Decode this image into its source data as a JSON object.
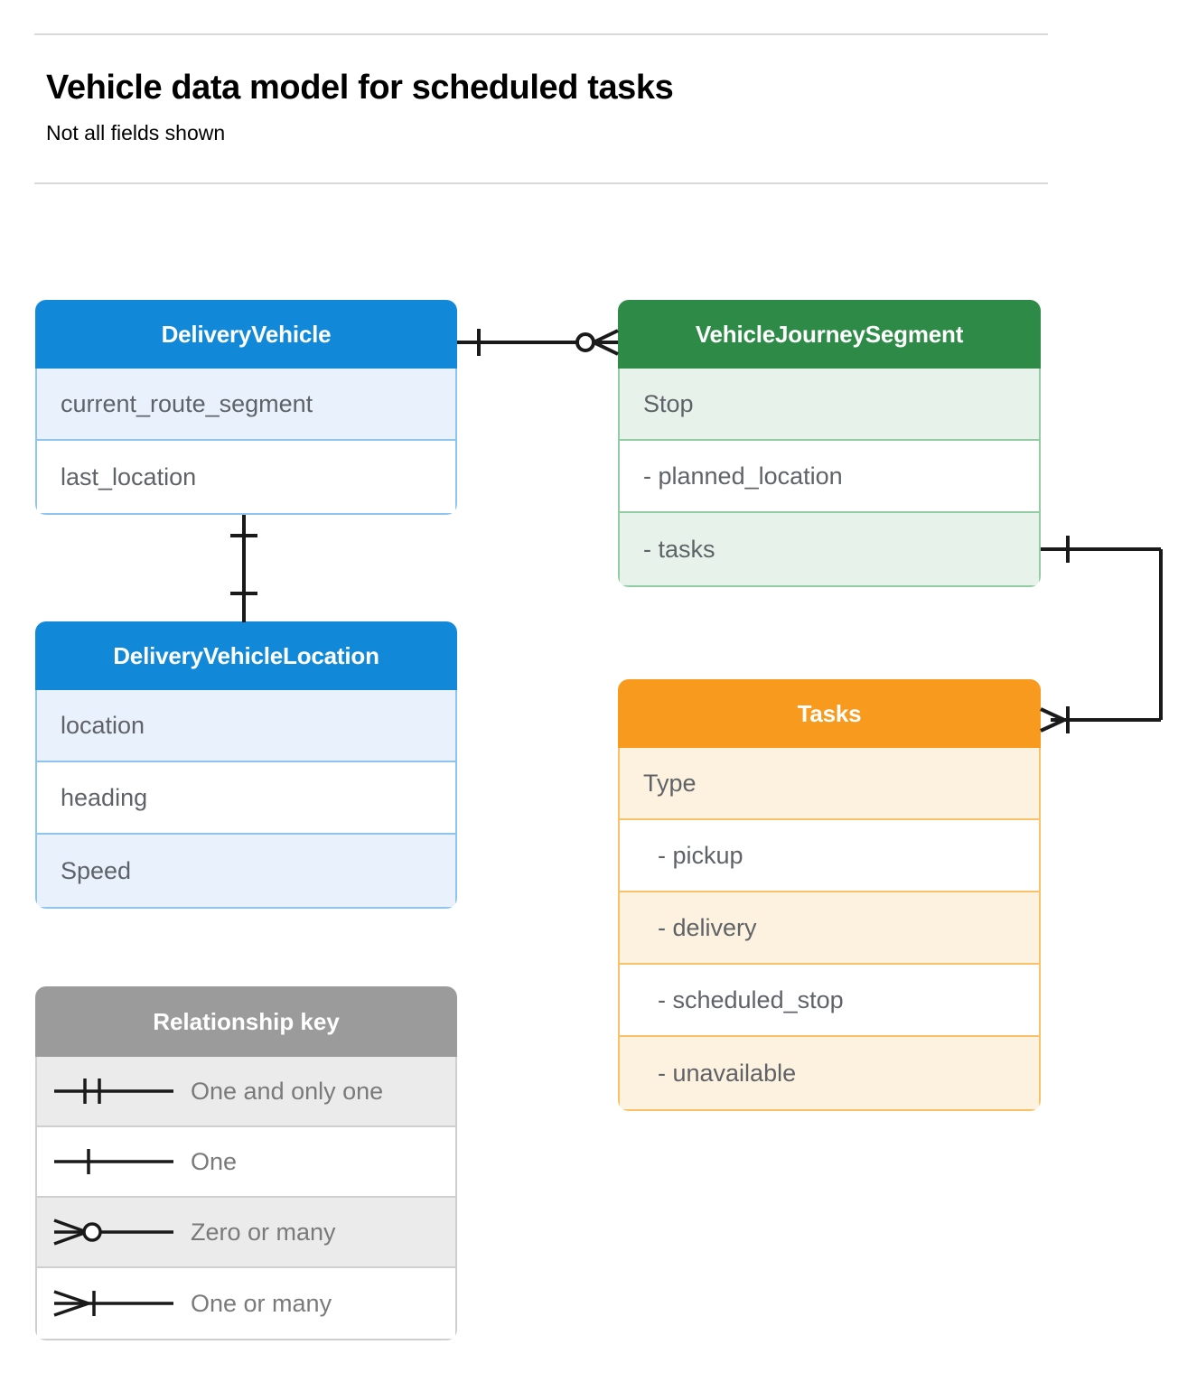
{
  "header": {
    "title": "Vehicle data model for scheduled tasks",
    "subtitle": "Not all fields shown"
  },
  "colors": {
    "blue_header": "#1289d8",
    "blue_row": "#e8f1fc",
    "blue_border": "#8ec5f0",
    "green_header": "#2e8b47",
    "green_row": "#e7f3ea",
    "green_border": "#93cca2",
    "orange_header": "#f79a1e",
    "orange_row": "#fdf2df",
    "orange_border": "#f9c268",
    "gray_header": "#9b9b9b",
    "gray_row": "#ebebeb",
    "text": "#5f6368",
    "line": "#000000"
  },
  "entities": [
    {
      "id": "delivery-vehicle",
      "name": "DeliveryVehicle",
      "color": "blue",
      "fields": [
        {
          "label": "current_route_segment",
          "sub": false
        },
        {
          "label": "last_location",
          "sub": false
        }
      ]
    },
    {
      "id": "vehicle-journey-segment",
      "name": "VehicleJourneySegment",
      "color": "green",
      "fields": [
        {
          "label": "Stop",
          "sub": false
        },
        {
          "label": "-  planned_location",
          "sub": false
        },
        {
          "label": "- tasks",
          "sub": false
        }
      ]
    },
    {
      "id": "delivery-vehicle-location",
      "name": "DeliveryVehicleLocation",
      "color": "blue",
      "fields": [
        {
          "label": "location",
          "sub": false
        },
        {
          "label": "heading",
          "sub": false
        },
        {
          "label": "Speed",
          "sub": false
        }
      ]
    },
    {
      "id": "tasks",
      "name": "Tasks",
      "color": "orange",
      "fields": [
        {
          "label": "Type",
          "sub": false
        },
        {
          "label": "-  pickup",
          "sub": true
        },
        {
          "label": "-  delivery",
          "sub": true
        },
        {
          "label": "-  scheduled_stop",
          "sub": true
        },
        {
          "label": "-  unavailable",
          "sub": true
        }
      ]
    }
  ],
  "legend": {
    "title": "Relationship key",
    "items": [
      {
        "symbol": "one-and-only-one",
        "label": "One and only one"
      },
      {
        "symbol": "one",
        "label": "One"
      },
      {
        "symbol": "zero-or-many",
        "label": "Zero or many"
      },
      {
        "symbol": "one-or-many",
        "label": "One or many"
      }
    ]
  },
  "relationships": [
    {
      "id": "deliveryvehicle-to-journeysegment",
      "from": "DeliveryVehicle",
      "to": "VehicleJourneySegment",
      "from_cardinality": "one",
      "to_cardinality": "zero-or-many"
    },
    {
      "id": "deliveryvehicle-to-vehiclelocation",
      "from": "DeliveryVehicle",
      "to": "DeliveryVehicleLocation",
      "from_cardinality": "one",
      "to_cardinality": "one"
    },
    {
      "id": "journeysegment-tasks-to-tasks",
      "from": "VehicleJourneySegment.tasks",
      "to": "Tasks",
      "from_cardinality": "one",
      "to_cardinality": "one-or-many"
    }
  ]
}
